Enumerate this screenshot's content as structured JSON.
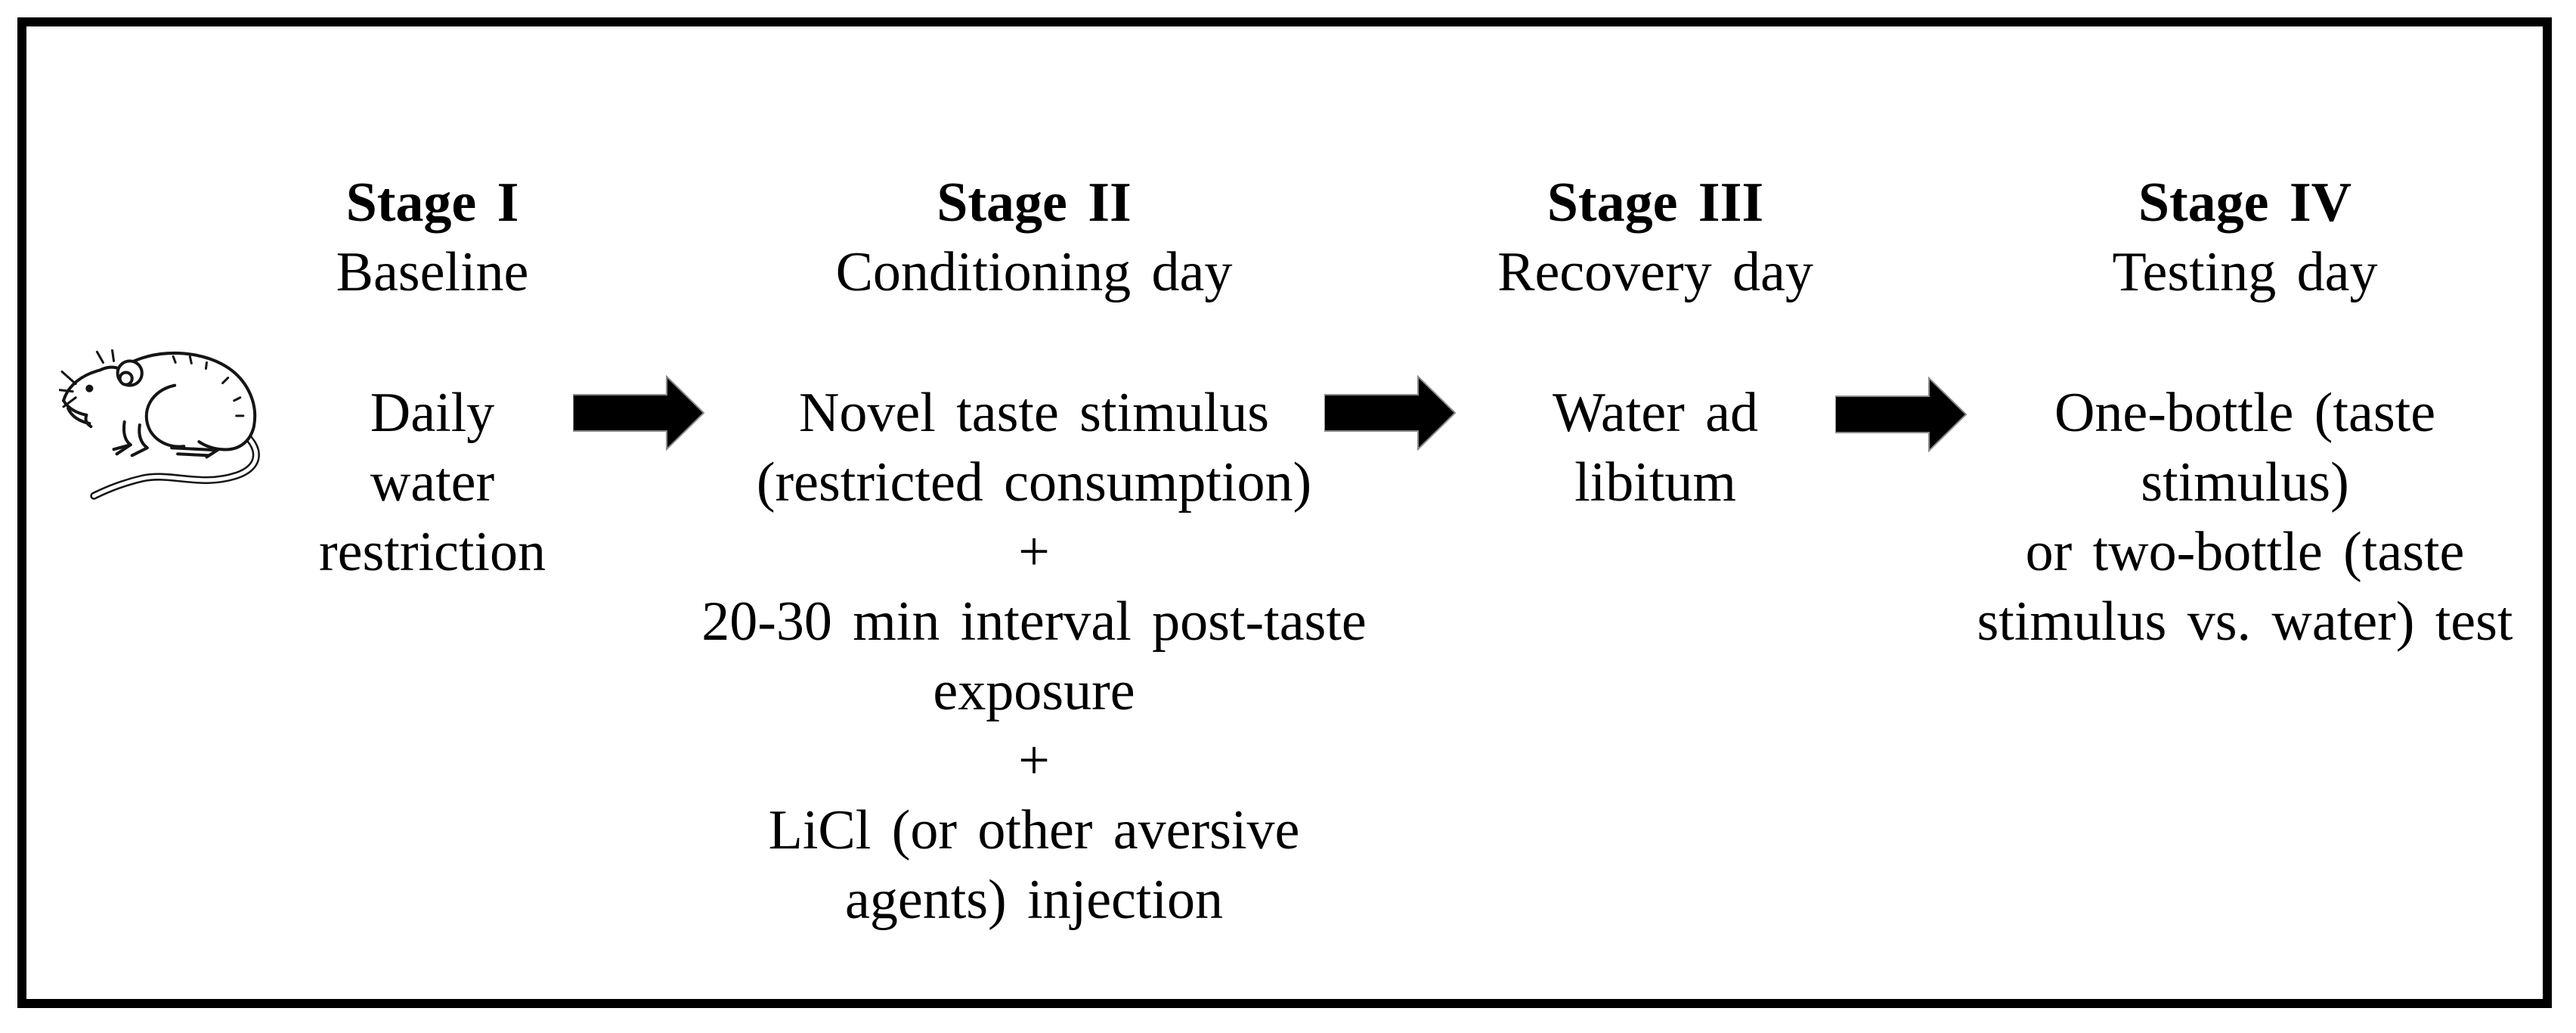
{
  "figure": {
    "description": "Conditioned taste aversion paradigm: four experimental stages connected by arrows, with a rat drawing at left",
    "colors": {
      "background": "#ffffff",
      "text": "#000000",
      "border": "#000000",
      "arrow": "#000000"
    },
    "icons": {
      "rat": "rat-line-drawing",
      "arrow": "right-block-arrow"
    },
    "stages": [
      {
        "title": "Stage I",
        "subtitle": "Baseline",
        "body": [
          "Daily",
          "water",
          "restriction"
        ]
      },
      {
        "title": "Stage II",
        "subtitle": "Conditioning day",
        "body": [
          "Novel taste stimulus",
          "(restricted consumption)",
          "+",
          "20-30 min interval post-taste",
          "exposure",
          "+",
          "LiCl (or other aversive",
          "agents) injection"
        ]
      },
      {
        "title": "Stage III",
        "subtitle": "Recovery day",
        "body": [
          "Water ad",
          "libitum"
        ]
      },
      {
        "title": "Stage IV",
        "subtitle": "Testing day",
        "body": [
          "One-bottle (taste",
          "stimulus)",
          "or two-bottle (taste",
          "stimulus vs. water) test"
        ]
      }
    ]
  }
}
